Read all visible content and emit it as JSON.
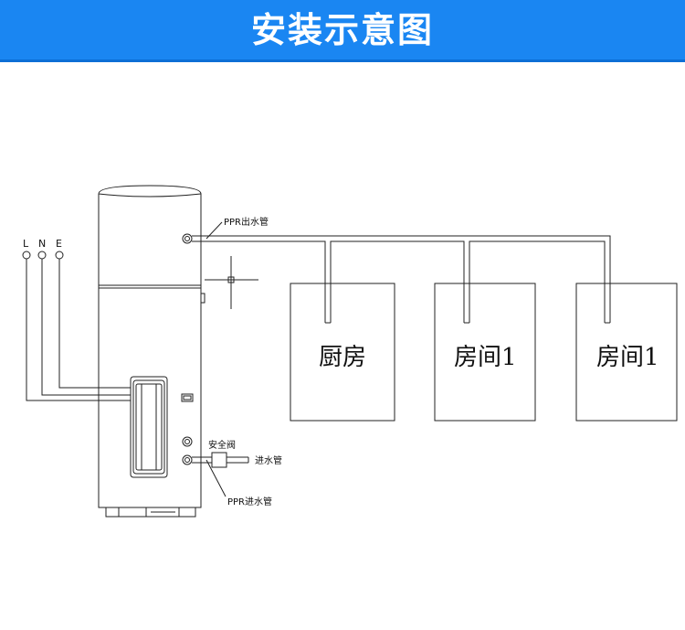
{
  "banner": {
    "title": "安装示意图",
    "color": "#1a86f2"
  },
  "diagram": {
    "terminals": [
      "L",
      "N",
      "E"
    ],
    "labels": {
      "outlet_pipe": "PPR出水管",
      "safety_valve": "安全阀",
      "inlet_pipe": "进水管",
      "ppr_inlet_pipe": "PPR进水管"
    },
    "rooms": [
      "厨房",
      "房间1",
      "房间1"
    ]
  }
}
